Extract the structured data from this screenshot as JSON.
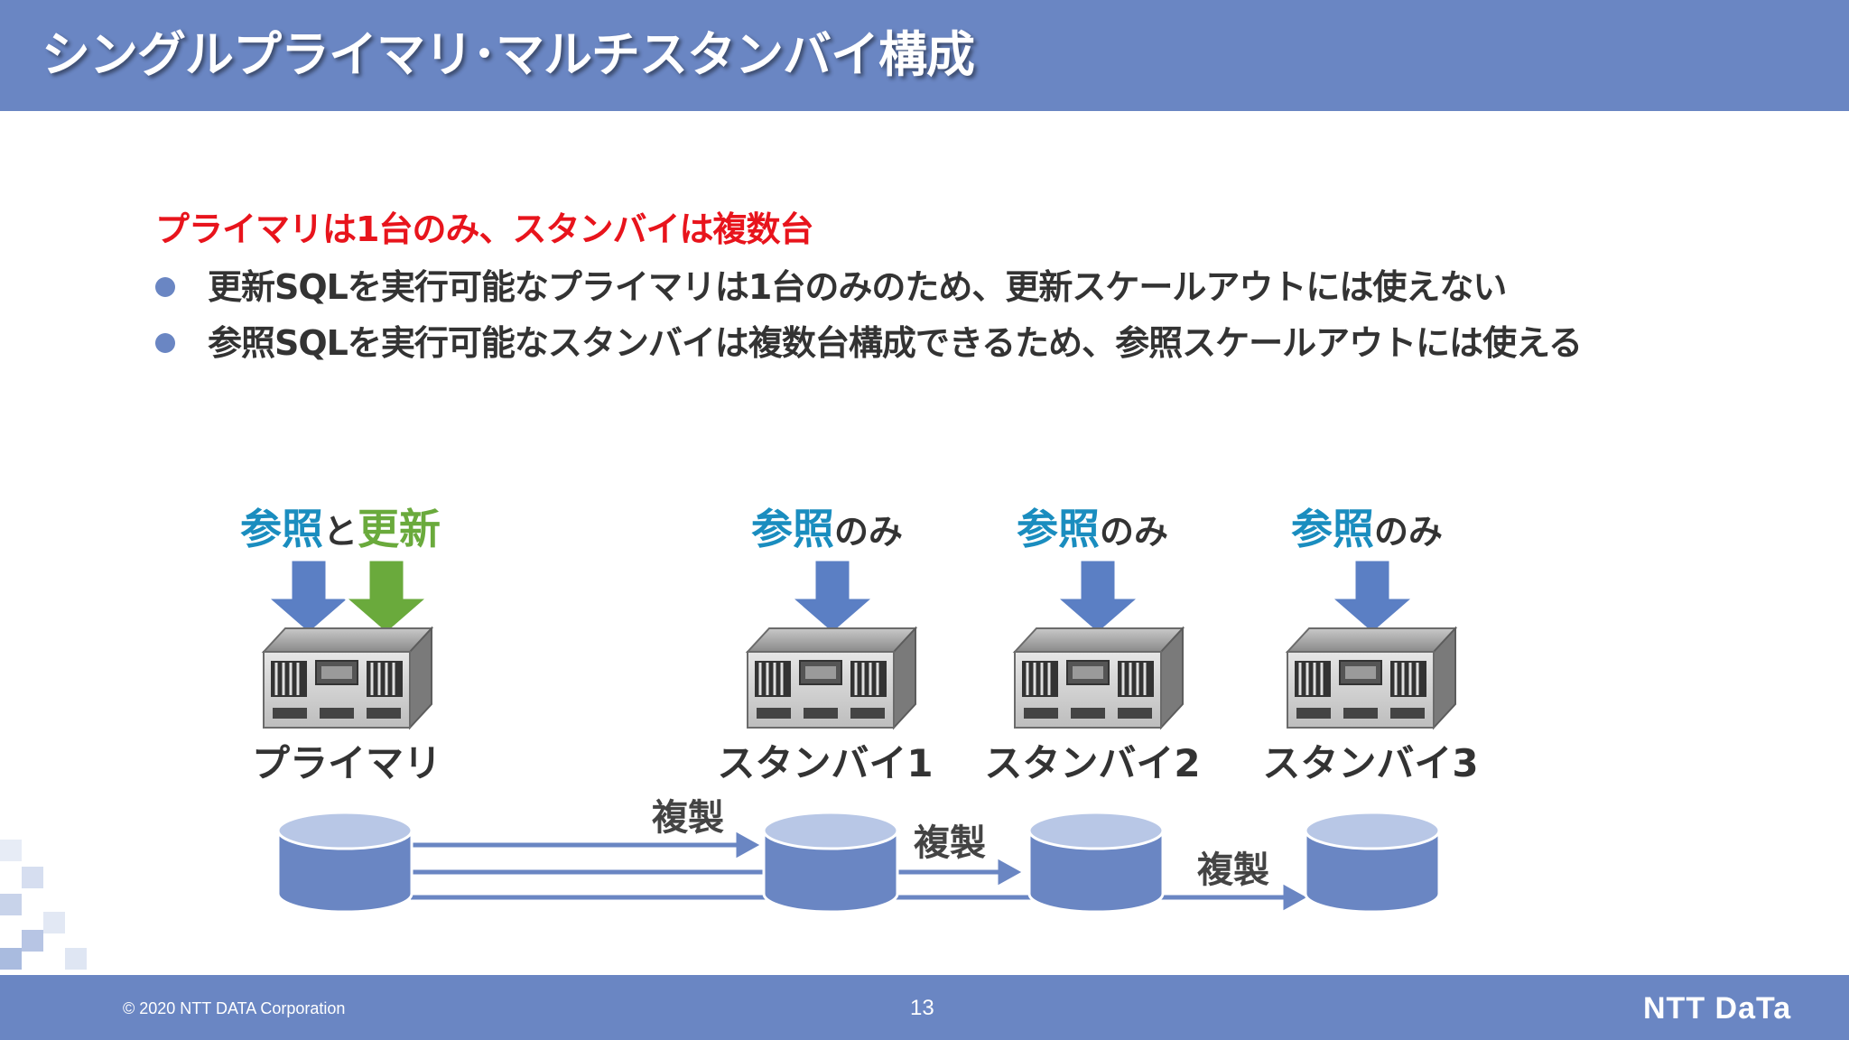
{
  "title": "シングルプライマリ･マルチスタンバイ構成",
  "headline": "プライマリは1台のみ、スタンバイは複数台",
  "bullets": [
    "更新SQLを実行可能なプライマリは1台のみのため、更新スケールアウトには使えない",
    "参照SQLを実行可能なスタンバイは複数台構成できるため、参照スケールアウトには使える"
  ],
  "diagram": {
    "primary": {
      "read_label": "参照",
      "conj": "と",
      "write_label": "更新",
      "name": "プライマリ"
    },
    "standbys": [
      {
        "read_label": "参照",
        "suffix": "のみ",
        "name": "スタンバイ1"
      },
      {
        "read_label": "参照",
        "suffix": "のみ",
        "name": "スタンバイ2"
      },
      {
        "read_label": "参照",
        "suffix": "のみ",
        "name": "スタンバイ3"
      }
    ],
    "replication_label": "複製"
  },
  "footer": {
    "copyright": "© 2020 NTT DATA Corporation",
    "page_number": "13",
    "logo": "NTT DaTa"
  },
  "colors": {
    "header": "#6a86c3",
    "headline": "#e8141c",
    "read_blue": "#1a8dbf",
    "write_green": "#6aaa3c",
    "arrow_blue": "#5b7fc4",
    "arrow_green": "#6aaa3c",
    "cylinder": "#6a86c3"
  }
}
